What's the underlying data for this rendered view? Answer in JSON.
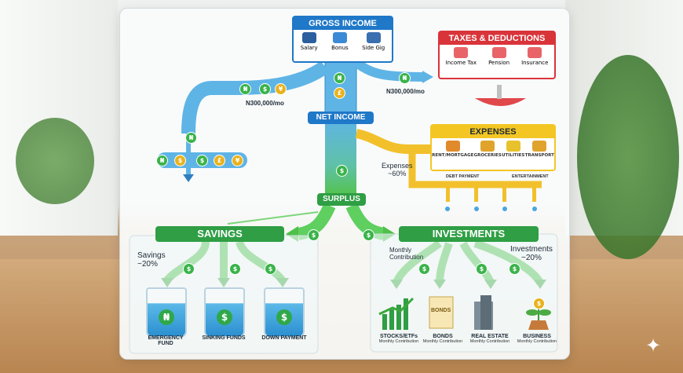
{
  "gross": {
    "title": "GROSS INCOME",
    "items": [
      "Salary",
      "Bonus",
      "Side Gig"
    ]
  },
  "taxes": {
    "title": "TAXES & DEDUCTIONS",
    "items": [
      "Income Tax",
      "Pension",
      "Insurance"
    ]
  },
  "net": {
    "title": "NET INCOME"
  },
  "expenses": {
    "title": "EXPENSES",
    "items": [
      "RENT/MORTGAGE",
      "GROCERIES",
      "UTILITIES",
      "TRANSPORT"
    ],
    "sub": [
      "DEBT PAYMENT",
      "ENTERTAINMENT"
    ],
    "note": "Expenses\n~60%"
  },
  "surplus": {
    "title": "SURPLUS"
  },
  "savings": {
    "title": "SAVINGS",
    "note": "Savings\n~20%",
    "items": [
      "EMERGENCY\nFUND",
      "SINKING FUNDS",
      "DOWN PAYMENT"
    ]
  },
  "investments": {
    "title": "INVESTMENTS",
    "note": "Investments\n~20%",
    "contribution": "Monthly\nContribution",
    "items": [
      "STOCKS/ETFs",
      "BONDS",
      "REAL ESTATE",
      "BUSINESS"
    ],
    "item_sub": "Monthly Contribution",
    "bonds_sign": "BONDS"
  },
  "flows": {
    "left_amount": "N300,000/mo",
    "right_amount": "N300,000/mo"
  },
  "coins": {
    "naira": "₦",
    "dollar": "$",
    "pound": "£",
    "yen": "¥"
  },
  "colors": {
    "gross": "#1f78c8",
    "taxes": "#d9343a",
    "net": "#1f78c8",
    "expenses": "#f3c623",
    "savings": "#2f9e44",
    "investments": "#2f9e44",
    "pipe_blue": "#5fb4e6",
    "pipe_yellow": "#f2c02b"
  }
}
